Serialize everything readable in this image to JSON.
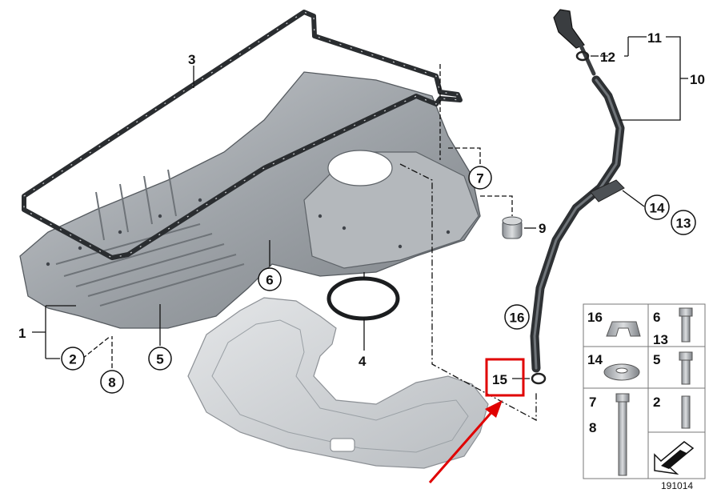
{
  "callouts": {
    "c1": "1",
    "c2": "2",
    "c3": "3",
    "c4": "4",
    "c5": "5",
    "c6": "6",
    "c7": "7",
    "c8": "8",
    "c9": "9",
    "c10": "10",
    "c11": "11",
    "c12": "12",
    "c13": "13",
    "c14": "14",
    "c15": "15",
    "c16": "16"
  },
  "legend": {
    "cell_16": "16",
    "cell_6": "6",
    "cell_13": "13",
    "cell_14": "14",
    "cell_5": "5",
    "cell_7": "7",
    "cell_8": "8",
    "cell_2": "2"
  },
  "diagram_number": "191014",
  "highlight": {
    "callout": "15",
    "box_color": "#e00000",
    "arrow_color": "#e00000"
  },
  "colors": {
    "metal": "#a9adb2",
    "metal_dark": "#6e7378",
    "gasket": "#3a3d40",
    "line": "#111111"
  }
}
